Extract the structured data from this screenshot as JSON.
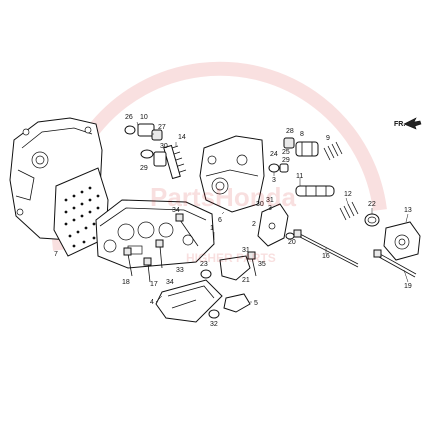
{
  "orientation": {
    "label": "FR."
  },
  "callouts": [
    {
      "id": "c26",
      "text": "26"
    },
    {
      "id": "c10",
      "text": "10"
    },
    {
      "id": "c27",
      "text": "27"
    },
    {
      "id": "c14",
      "text": "14"
    },
    {
      "id": "c30",
      "text": "30"
    },
    {
      "id": "c29a",
      "text": "29"
    },
    {
      "id": "c7",
      "text": "7"
    },
    {
      "id": "c28",
      "text": "28"
    },
    {
      "id": "c8",
      "text": "8"
    },
    {
      "id": "c9",
      "text": "9"
    },
    {
      "id": "c24",
      "text": "24"
    },
    {
      "id": "c25",
      "text": "25"
    },
    {
      "id": "c29b",
      "text": "29"
    },
    {
      "id": "c3a",
      "text": "3"
    },
    {
      "id": "c11",
      "text": "11"
    },
    {
      "id": "c12",
      "text": "12"
    },
    {
      "id": "c22",
      "text": "22"
    },
    {
      "id": "c13",
      "text": "13"
    },
    {
      "id": "c6",
      "text": "6"
    },
    {
      "id": "c34a",
      "text": "34"
    },
    {
      "id": "c1",
      "text": "1"
    },
    {
      "id": "c30b",
      "text": "30"
    },
    {
      "id": "c31a",
      "text": "31"
    },
    {
      "id": "c3b",
      "text": "3"
    },
    {
      "id": "c2",
      "text": "2"
    },
    {
      "id": "c20",
      "text": "20"
    },
    {
      "id": "c16",
      "text": "16"
    },
    {
      "id": "c31b",
      "text": "31"
    },
    {
      "id": "c33",
      "text": "33"
    },
    {
      "id": "c34b",
      "text": "34"
    },
    {
      "id": "c35",
      "text": "35"
    },
    {
      "id": "c23",
      "text": "23"
    },
    {
      "id": "c18",
      "text": "18"
    },
    {
      "id": "c17",
      "text": "17"
    },
    {
      "id": "c21",
      "text": "21"
    },
    {
      "id": "c19",
      "text": "19"
    },
    {
      "id": "c4",
      "text": "4"
    },
    {
      "id": "c5",
      "text": "5"
    },
    {
      "id": "c32",
      "text": "32"
    }
  ],
  "watermark": {
    "text": "PartsHonda",
    "subtext": "HIGHER PARTS"
  }
}
